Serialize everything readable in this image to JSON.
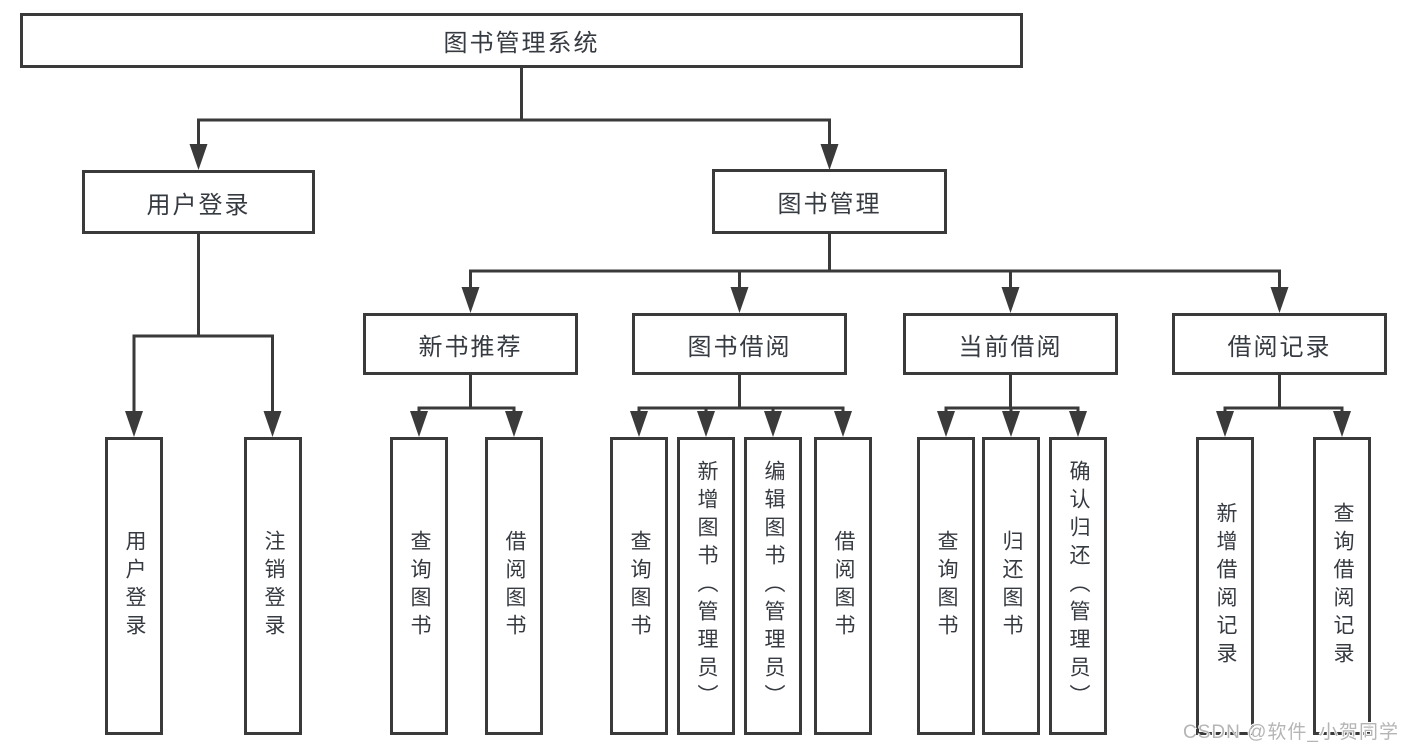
{
  "tree": {
    "root": {
      "label": "图书管理系统"
    },
    "children": [
      {
        "label": "用户登录",
        "children": [
          {
            "label": "用户登录"
          },
          {
            "label": "注销登录"
          }
        ]
      },
      {
        "label": "图书管理",
        "children": [
          {
            "label": "新书推荐",
            "children": [
              {
                "label": "查询图书"
              },
              {
                "label": "借阅图书"
              }
            ]
          },
          {
            "label": "图书借阅",
            "children": [
              {
                "label": "查询图书"
              },
              {
                "label": "新增图书（管理员）"
              },
              {
                "label": "编辑图书（管理员）"
              },
              {
                "label": "借阅图书"
              }
            ]
          },
          {
            "label": "当前借阅",
            "children": [
              {
                "label": "查询图书"
              },
              {
                "label": "归还图书"
              },
              {
                "label": "确认归还（管理员）"
              }
            ]
          },
          {
            "label": "借阅记录",
            "children": [
              {
                "label": "新增借阅记录"
              },
              {
                "label": "查询借阅记录"
              }
            ]
          }
        ]
      }
    ]
  },
  "watermark": {
    "text": "CSDN @软件_小贺同学"
  },
  "colors": {
    "line": "#3a3a3a",
    "box_border": "#3a3a3a",
    "text": "#363a41",
    "watermark": "#b5b5b5",
    "background": "#ffffff"
  }
}
